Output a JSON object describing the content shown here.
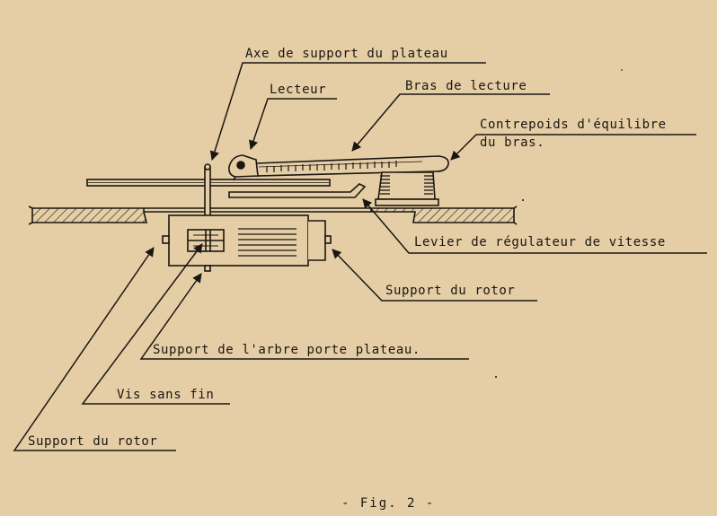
{
  "labels": {
    "axe_support_plateau": "Axe de support du plateau",
    "lecteur": "Lecteur",
    "bras_lecture": "Bras de lecture",
    "contrepoids_1": "Contrepoids d'équilibre",
    "contrepoids_2": "du bras.",
    "levier_regulateur": "Levier de régulateur de vitesse",
    "support_rotor_right": "Support du rotor",
    "support_arbre": "Support de l'arbre porte plateau.",
    "vis_sans_fin": "Vis sans fin",
    "support_rotor_left": "Support du rotor"
  },
  "caption": "- Fig. 2 -"
}
